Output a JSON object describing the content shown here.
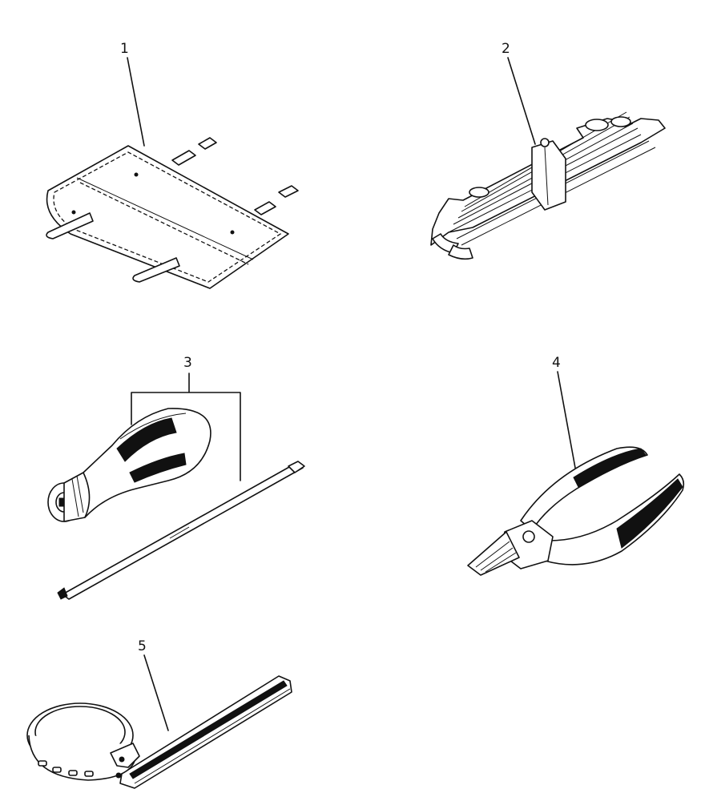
{
  "parts": [
    {
      "callout": "1",
      "icon": "tool-roll-bag-icon"
    },
    {
      "callout": "2",
      "icon": "wrench-set-icon"
    },
    {
      "callout": "3",
      "icon": "screwdriver-icon"
    },
    {
      "callout": "4",
      "icon": "pliers-icon"
    },
    {
      "callout": "5",
      "icon": "oil-filter-wrench-icon"
    }
  ]
}
